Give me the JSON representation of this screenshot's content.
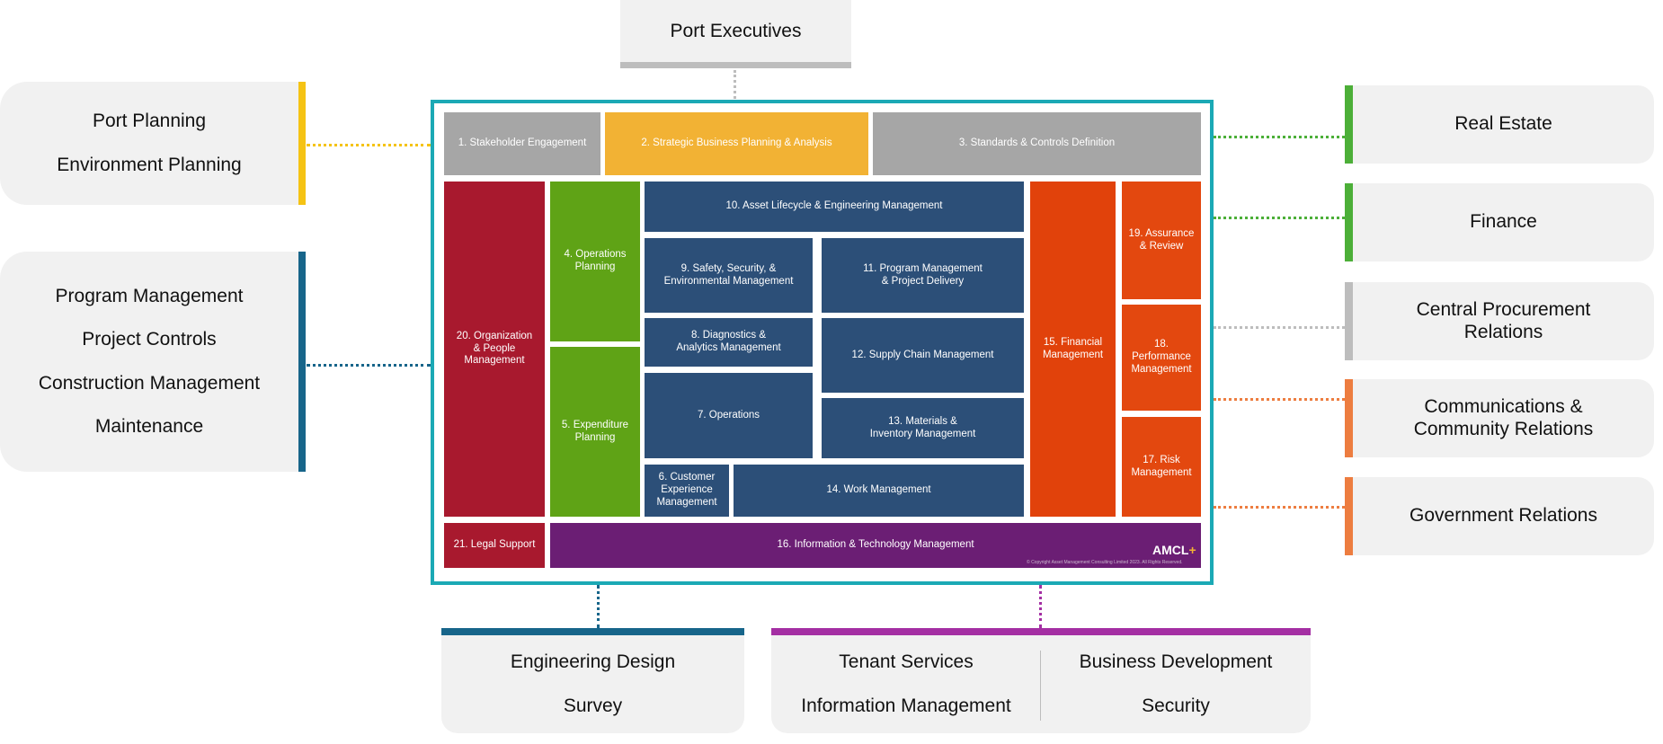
{
  "colors": {
    "frame": "#1ba9b5",
    "yellow": "#f5c314",
    "teal_blue": "#17658a",
    "green": "#4caf38",
    "light_gray": "#bdbdbd",
    "orange": "#ed7d40",
    "purple": "#a42fa3"
  },
  "top": {
    "label": "Port Executives"
  },
  "left": [
    {
      "lines": [
        "Port Planning",
        "Environment Planning"
      ]
    },
    {
      "lines": [
        "Program Management",
        "Project Controls",
        "Construction Management",
        "Maintenance"
      ]
    }
  ],
  "right": [
    {
      "lines": [
        "Real Estate"
      ]
    },
    {
      "lines": [
        "Finance"
      ]
    },
    {
      "lines": [
        "Central Procurement",
        "Relations"
      ]
    },
    {
      "lines": [
        "Communications &",
        "Community Relations"
      ]
    },
    {
      "lines": [
        "Government Relations"
      ]
    }
  ],
  "bottom": {
    "left": {
      "lines": [
        "Engineering Design",
        "Survey"
      ]
    },
    "right": {
      "col1": [
        "Tenant Services",
        "Information Management"
      ],
      "col2": [
        "Business Development",
        "Security"
      ]
    }
  },
  "capabilities": {
    "c1": "1. Stakeholder Engagement",
    "c2": "2. Strategic Business Planning & Analysis",
    "c3": "3. Standards & Controls Definition",
    "c4": "4. Operations\nPlanning",
    "c5": "5. Expenditure\nPlanning",
    "c6": "6. Customer\nExperience\nManagement",
    "c7": "7. Operations",
    "c8": "8. Diagnostics &\nAnalytics Management",
    "c9": "9. Safety, Security, &\nEnvironmental Management",
    "c10": "10. Asset Lifecycle & Engineering Management",
    "c11": "11. Program Management\n& Project Delivery",
    "c12": "12. Supply Chain Management",
    "c13": "13. Materials &\nInventory Management",
    "c14": "14. Work Management",
    "c15": "15. Financial\nManagement",
    "c16": "16. Information & Technology Management",
    "c17": "17. Risk\nManagement",
    "c18": "18. Performance\nManagement",
    "c19": "19. Assurance\n& Review",
    "c20": "20. Organization\n& People\nManagement",
    "c21": "21. Legal Support"
  },
  "logo": {
    "text": "AMCL",
    "plus": "+"
  },
  "copyright": "© Copyright Asset Management Consulting Limited 2023. All Rights Reserved."
}
